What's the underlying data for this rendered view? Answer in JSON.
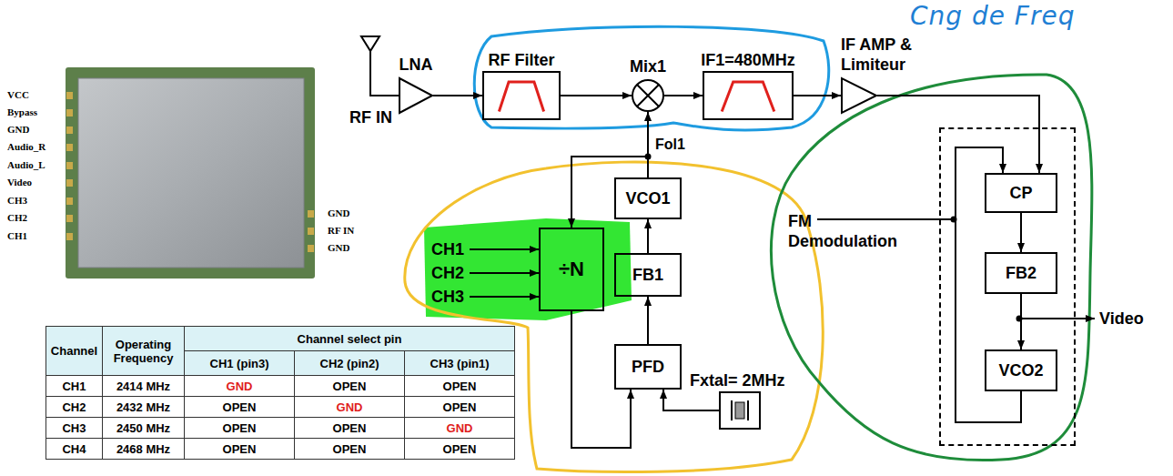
{
  "diagram": {
    "nodes": [
      {
        "text": [
          "LNA"
        ]
      },
      {
        "text": [
          "RF Filter"
        ]
      },
      {
        "text": [
          "Mix1"
        ]
      },
      {
        "text": [
          "IF1=480MHz"
        ]
      },
      {
        "text": [
          "IF AMP & Limiteur"
        ]
      },
      {
        "text": [
          "VCO1"
        ]
      },
      {
        "text": [
          "÷N"
        ]
      },
      {
        "text": [
          "FB1"
        ]
      },
      {
        "text": [
          "PFD"
        ]
      },
      {
        "text": [
          "Fxtal= 2MHz"
        ]
      },
      {
        "text": [
          "FM Demodulation"
        ]
      },
      {
        "text": [
          "CP"
        ],
        "in": 10
      },
      {
        "text": [
          "FB2"
        ],
        "in": 10
      },
      {
        "text": [
          "VCO2"
        ],
        "in": 10
      }
    ],
    "edges": [
      {
        "from": 0,
        "to": 1,
        "arrow": "to"
      },
      {
        "from": 1,
        "to": 2,
        "arrow": "to"
      },
      {
        "from": 2,
        "to": 3,
        "arrow": "to"
      },
      {
        "from": 3,
        "to": 4,
        "arrow": "to"
      },
      {
        "from": 4,
        "to": 11,
        "arrow": "to"
      },
      {
        "from": 5,
        "to": 2,
        "label": "Fol1",
        "arrow": "to"
      },
      {
        "from": 5,
        "to": 6,
        "arrow": "to"
      },
      {
        "from": 7,
        "to": 5,
        "arrow": "to"
      },
      {
        "from": 8,
        "to": 7,
        "arrow": "to"
      },
      {
        "from": 6,
        "to": 8,
        "arrow": "to"
      },
      {
        "from": 9,
        "to": 8,
        "arrow": "to"
      },
      {
        "from": 11,
        "to": 12,
        "arrow": "to"
      },
      {
        "from": 12,
        "to": 13,
        "arrow": "to"
      },
      {
        "from": 13,
        "to": 11,
        "arrow": "to"
      }
    ],
    "labels": [
      "VCC",
      "Bypass",
      "GND",
      "Audio_R",
      "Audio_L",
      "Video",
      "CH3",
      "CH2",
      "CH1",
      "GND",
      "RF IN",
      "GND",
      "Channel",
      "Operating Frequency",
      "Channel select pin",
      "CH1 (pin3)",
      "CH2 (pin2)",
      "CH3 (pin1)",
      "CH1",
      "2414 MHz",
      "GND",
      "OPEN",
      "OPEN",
      "CH2",
      "2432 MHz",
      "OPEN",
      "GND",
      "OPEN",
      "CH3",
      "2450 MHz",
      "OPEN",
      "OPEN",
      "GND",
      "CH4",
      "2468 MHz",
      "OPEN",
      "OPEN",
      "OPEN",
      "RF IN",
      "CH1",
      "CH2",
      "CH3",
      "Video",
      "Cng de Freq"
    ]
  }
}
